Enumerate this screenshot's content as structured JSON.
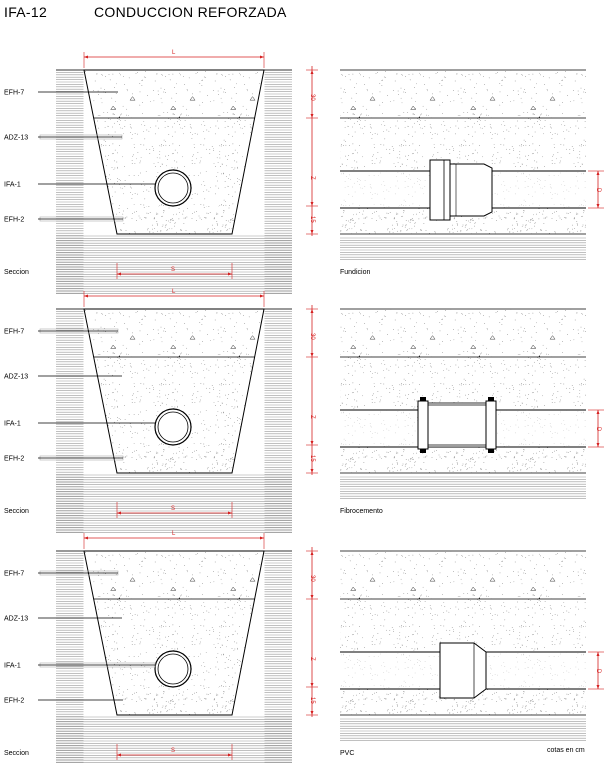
{
  "header": {
    "code": "IFA-12",
    "title": "CONDUCCION REFORZADA"
  },
  "colors": {
    "dimension": "#d62020",
    "line": "#000000",
    "hatch": "#9a9a9a"
  },
  "rows": [
    {
      "section_caption": "Seccion",
      "elevation_caption": "Fundicion",
      "joint": "socket-flange",
      "layers": [
        {
          "code": "EFH-7",
          "hatched": false
        },
        {
          "code": "ADZ-13",
          "hatched": true
        },
        {
          "code": "IFA-1",
          "hatched": false
        },
        {
          "code": "EFH-2",
          "hatched": true
        }
      ],
      "dims": {
        "top_width": "L",
        "bottom_width": "S",
        "cover": "30",
        "depth": "Z",
        "bedding": "15",
        "diameter": "D"
      }
    },
    {
      "section_caption": "Seccion",
      "elevation_caption": "Fibrocemento",
      "joint": "gibault",
      "layers": [
        {
          "code": "EFH-7",
          "hatched": true
        },
        {
          "code": "ADZ-13",
          "hatched": false
        },
        {
          "code": "IFA-1",
          "hatched": false
        },
        {
          "code": "EFH-2",
          "hatched": true
        }
      ],
      "dims": {
        "top_width": "L",
        "bottom_width": "S",
        "cover": "30",
        "depth": "Z",
        "bedding": "15",
        "diameter": "D"
      }
    },
    {
      "section_caption": "Seccion",
      "elevation_caption": "PVC",
      "joint": "bell",
      "layers": [
        {
          "code": "EFH-7",
          "hatched": true
        },
        {
          "code": "ADZ-13",
          "hatched": false
        },
        {
          "code": "IFA-1",
          "hatched": true
        },
        {
          "code": "EFH-2",
          "hatched": false
        }
      ],
      "dims": {
        "top_width": "L",
        "bottom_width": "S",
        "cover": "30",
        "depth": "Z",
        "bedding": "15",
        "diameter": "D"
      }
    }
  ],
  "footer": {
    "units_note": "cotas en cm"
  }
}
